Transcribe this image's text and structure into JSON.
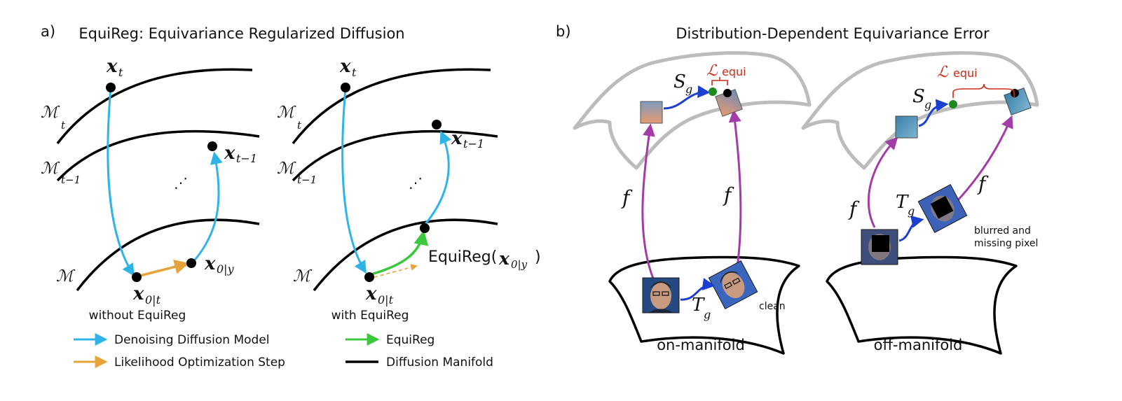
{
  "panel_a": {
    "letter": "a)",
    "title": "EquiReg: Equivariance Regularized Diffusion",
    "manifolds": {
      "m_t": "ℳ",
      "m_t_sub": "t",
      "m_t1": "ℳ",
      "m_t1_sub": "t−1",
      "m0": "ℳ"
    },
    "points": {
      "xt": "x",
      "xt_sub": "t",
      "xt1": "x",
      "xt1_sub": "t−1",
      "x0t": "x",
      "x0t_sub": "0|t",
      "x0y": "x",
      "x0y_sub": "0|y",
      "equireg_label": "EquiReg(",
      "equireg_close": ")"
    },
    "ellipsis": "⋰",
    "left_caption": "without EquiReg",
    "right_caption": "with EquiReg",
    "legend": [
      {
        "label": "Denoising Diffusion Model",
        "color": "#2fb4e6"
      },
      {
        "label": "Likelihood Optimization Step",
        "color": "#e8a23a"
      },
      {
        "label": "EquiReg",
        "color": "#3cc83c"
      },
      {
        "label": "Diffusion Manifold",
        "color": "#000000"
      }
    ]
  },
  "panel_b": {
    "letter": "b)",
    "title": "Distribution-Dependent Equivariance Error",
    "f_label": "f",
    "S": "S",
    "S_sub": "g",
    "T": "T",
    "T_sub": "g",
    "L": "ℒ",
    "L_sub": "equi",
    "clean_label": "clean",
    "blur_label_1": "blurred and",
    "blur_label_2": "missing pixel",
    "on_manifold": "on-manifold",
    "off_manifold": "off-manifold",
    "colors": {
      "purple": "#a23ca6",
      "blue": "#1b3fd0",
      "red": "#cc2b16",
      "green": "#1e8a1e",
      "gray": "#bcbcbc"
    }
  }
}
